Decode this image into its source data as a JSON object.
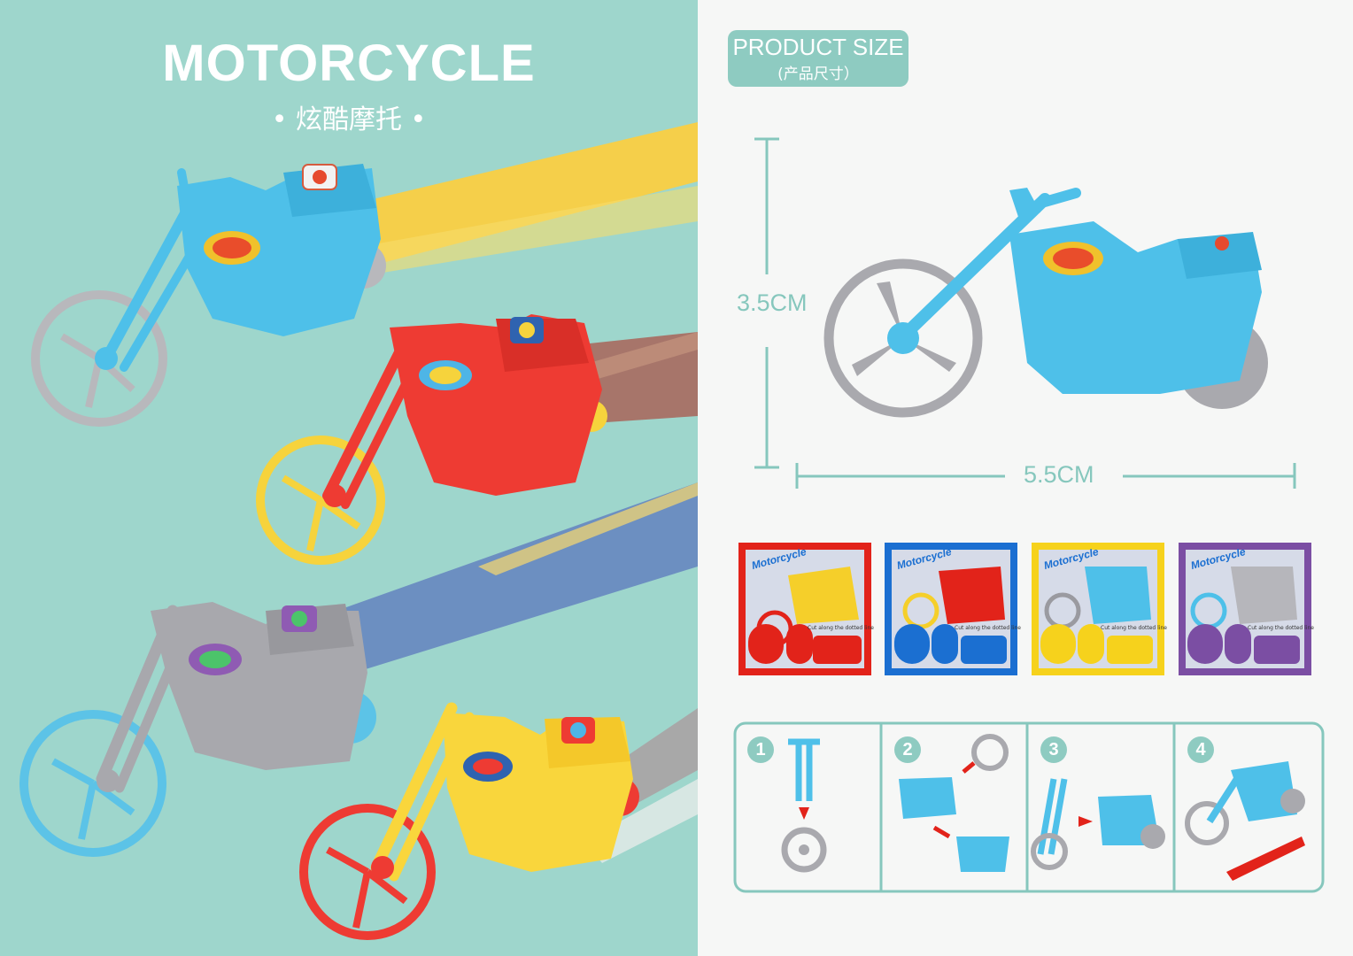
{
  "header": {
    "title": "MOTORCYCLE",
    "subtitle": "• 炫酷摩托 •"
  },
  "product_size": {
    "label": "PRODUCT SIZE",
    "label_cn": "(产品尺寸）",
    "height": "3.5CM",
    "width": "5.5CM"
  },
  "stickers": {
    "title": "Motorcycle",
    "instruction": "Cut along the dotted line",
    "borders": [
      "#e2231a",
      "#1b6fd1",
      "#f6d21c",
      "#7b4ea3"
    ]
  },
  "steps": [
    "1",
    "2",
    "3",
    "4"
  ],
  "colors": {
    "teal_bg": "#9ed6cc",
    "accent": "#7ecabd",
    "blue_toy": "#4ec0e9",
    "red_toy": "#ee3b33",
    "yellow_toy": "#f9d63c",
    "silver_toy": "#a8a8ad",
    "stripe_yellow": "#f5cf4a",
    "stripe_brown": "#a7756a",
    "stripe_blue": "#6c8fc1",
    "stripe_gray": "#a8a8a8"
  }
}
